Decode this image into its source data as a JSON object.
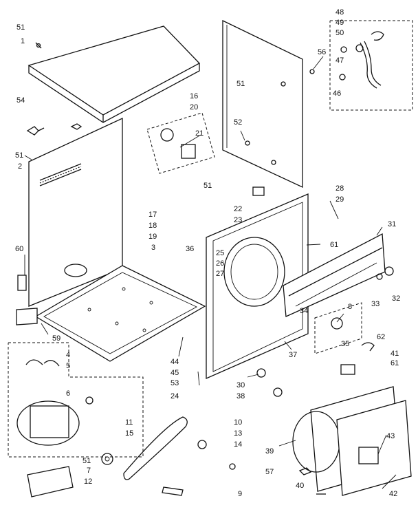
{
  "diagram": {
    "callouts": {
      "c51a": "51",
      "c1": "1",
      "c54": "54",
      "c51b": "51",
      "c2": "2",
      "c60": "60",
      "c59": "59",
      "c16": "16",
      "c20": "20",
      "c21": "21",
      "c51c": "51",
      "c52": "52",
      "c48": "48",
      "c49": "49",
      "c50": "50",
      "c47": "47",
      "c46": "46",
      "c56": "56",
      "c51d": "51",
      "c17": "17",
      "c18": "18",
      "c19": "19",
      "c3": "3",
      "c36": "36",
      "c22": "22",
      "c23": "23",
      "c25": "25",
      "c26": "26",
      "c27": "27",
      "c28": "28",
      "c29": "29",
      "c31": "31",
      "c61a": "61",
      "c32": "32",
      "c33": "33",
      "c34": "34",
      "c8": "8",
      "c37": "37",
      "c44": "44",
      "c45": "45",
      "c53": "53",
      "c24": "24",
      "c30": "30",
      "c38": "38",
      "c35": "35",
      "c62": "62",
      "c41": "41",
      "c61b": "61",
      "c4": "4",
      "c5": "5",
      "c6": "6",
      "c11": "11",
      "c15": "15",
      "c51e": "51",
      "c7": "7",
      "c12": "12",
      "c10": "10",
      "c13": "13",
      "c14": "14",
      "c9": "9",
      "c39": "39",
      "c43": "43",
      "c57": "57",
      "c40": "40",
      "c42": "42"
    }
  }
}
